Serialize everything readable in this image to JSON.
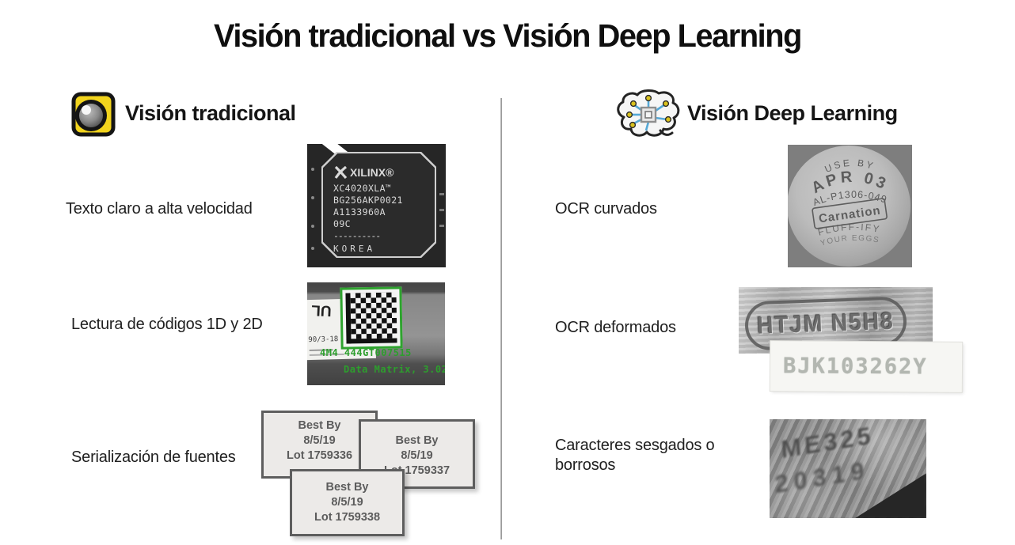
{
  "title": "Visión tradicional vs Visión Deep Learning",
  "left": {
    "header": "Visión tradicional",
    "items": [
      {
        "label": "Texto claro a alta velocidad"
      },
      {
        "label": "Lectura de códigos 1D y 2D"
      },
      {
        "label": "Serialización de fuentes"
      }
    ]
  },
  "right": {
    "header": "Visión Deep Learning",
    "items": [
      {
        "label": "OCR curvados"
      },
      {
        "label": "OCR deformados"
      },
      {
        "label": "Caracteres sesgados o borrosos"
      }
    ]
  },
  "figures": {
    "chip": {
      "brand": "XILINX®",
      "lines": [
        "XC4020XLA™",
        "BG256AKP0021",
        "A1133960A",
        "09C",
        "----------",
        "KOREA"
      ]
    },
    "datamatrix": {
      "label_text": "90/3-18",
      "serial": "4M4 444GT007515",
      "caption": "Data Matrix, 3.02"
    },
    "best_by": [
      {
        "lines": [
          "Best By",
          "8/5/19",
          "Lot 1759336"
        ]
      },
      {
        "lines": [
          "Best By",
          "8/5/19",
          "Lot 1759337"
        ]
      },
      {
        "lines": [
          "Best By",
          "8/5/19",
          "Lot 1759338"
        ]
      }
    ],
    "can": {
      "arc1": "USE BY",
      "arc2": "APR 03",
      "arc3": "AL-P1306-049",
      "brand": "Carnation",
      "line4": "FLUFF-IFY",
      "line5": "YOUR EGGS"
    },
    "stamp": {
      "text": "HTJM N5H8"
    },
    "dot_label": {
      "text": "BJK103262Y"
    },
    "cast": {
      "line1": "ME325",
      "line2": "20319"
    }
  },
  "colors": {
    "camera_yellow": "#f2d41d",
    "circuit_blue": "#55a8d6",
    "node_yellow": "#d9c21f",
    "matrix_green": "#2fa32f"
  }
}
